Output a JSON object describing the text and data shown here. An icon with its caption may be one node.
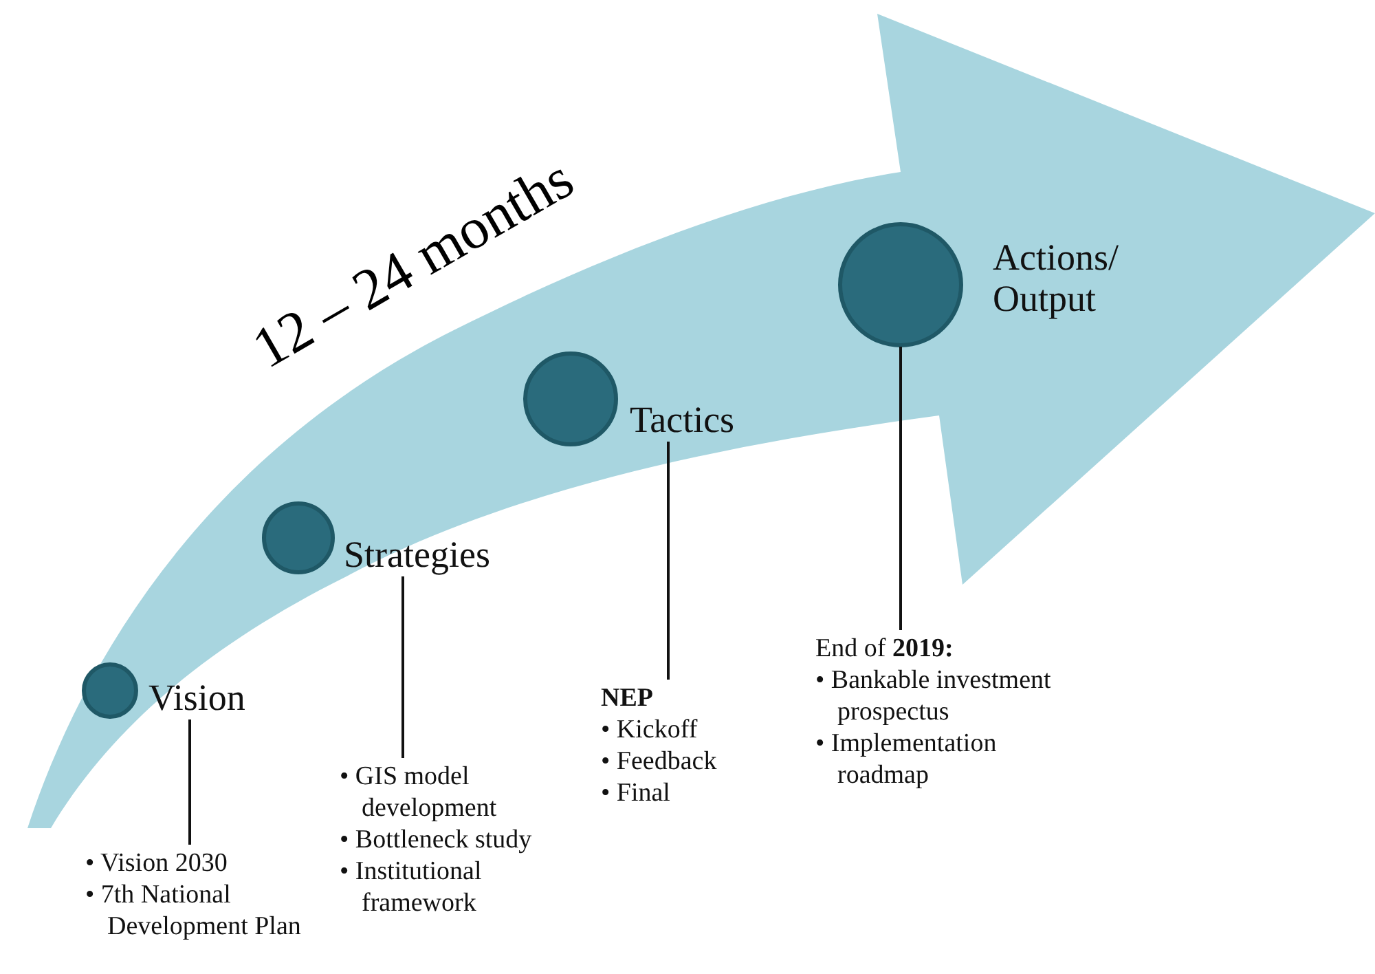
{
  "diagram": {
    "nodes": [
      {
        "text": [
          "Vision"
        ]
      },
      {
        "text": [
          "• Vision 2030",
          "• 7th National Development Plan"
        ]
      },
      {
        "text": [
          "Strategies"
        ]
      },
      {
        "text": [
          "• GIS model development",
          "• Bottleneck study",
          "• Institutional framework"
        ]
      },
      {
        "text": [
          "Tactics"
        ]
      },
      {
        "text": [
          "NEP",
          "• Kickoff",
          "• Feedback",
          "• Final"
        ]
      },
      {
        "text": [
          "Actions/ Output"
        ]
      },
      {
        "text": [
          "End of **2019:**",
          "• Bankable investment prospectus",
          "• Implementation roadmap"
        ]
      },
      {
        "text": [],
        "shape": "circle"
      },
      {
        "text": [],
        "shape": "circle"
      },
      {
        "text": [],
        "shape": "circle"
      },
      {
        "text": [],
        "shape": "circle"
      }
    ],
    "edges": [
      {
        "from": 0,
        "to": 1,
        "arrow": "none"
      },
      {
        "from": 2,
        "to": 3,
        "arrow": "none"
      },
      {
        "from": 4,
        "to": 5,
        "arrow": "none"
      },
      {
        "from": 11,
        "to": 7,
        "arrow": "none"
      }
    ],
    "labels": [
      "12 – 24 months"
    ]
  }
}
